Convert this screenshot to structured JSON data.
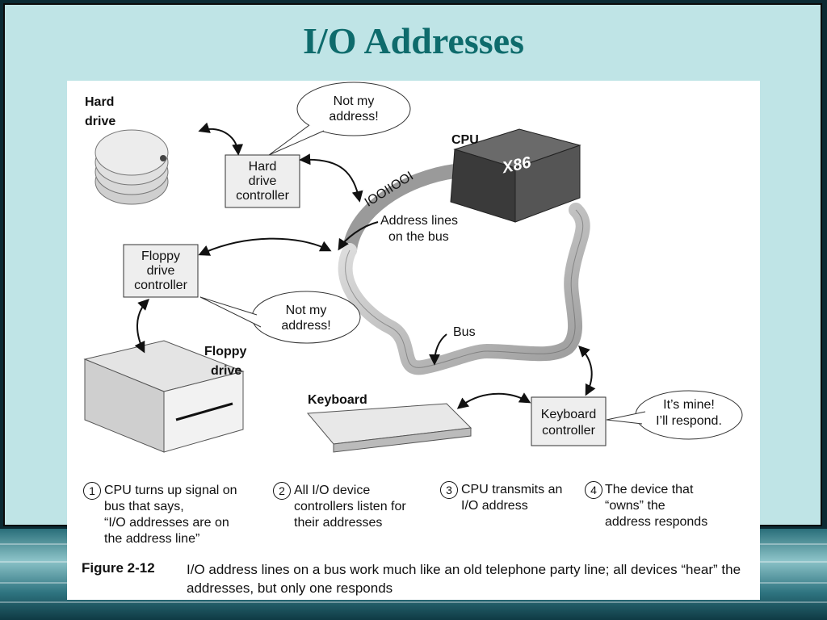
{
  "slide": {
    "title": "I/O Addresses"
  },
  "colors": {
    "title": "#0e6b6c",
    "background": "#bfe4e6",
    "figure": "#ffffff"
  },
  "figure": {
    "hard_drive_label_1": "Hard",
    "hard_drive_label_2": "drive",
    "hd_bubble_1": "Not my",
    "hd_bubble_2": "address!",
    "hd_ctrl_1": "Hard",
    "hd_ctrl_2": "drive",
    "hd_ctrl_3": "controller",
    "cpu_label": "CPU",
    "cpu_chip_text": "X86",
    "bus_bits": "IOOIIOOI",
    "addr_lines_1": "Address lines",
    "addr_lines_2": "on the bus",
    "floppy_ctrl_1": "Floppy",
    "floppy_ctrl_2": "drive",
    "floppy_ctrl_3": "controller",
    "floppy_bubble_1": "Not my",
    "floppy_bubble_2": "address!",
    "bus_label": "Bus",
    "floppy_drive_1": "Floppy",
    "floppy_drive_2": "drive",
    "keyboard_label": "Keyboard",
    "kb_ctrl_1": "Keyboard",
    "kb_ctrl_2": "controller",
    "kb_bubble_1": "It’s mine!",
    "kb_bubble_2": "I’ll respond."
  },
  "steps": [
    {
      "num": "1",
      "text": "CPU turns up signal on\nbus that says,\n“I/O addresses are on\nthe address line”"
    },
    {
      "num": "2",
      "text": "All I/O device\ncontrollers listen for\ntheir addresses"
    },
    {
      "num": "3",
      "text": "CPU transmits an\nI/O address"
    },
    {
      "num": "4",
      "text": "The device that\n“owns” the\naddress responds"
    }
  ],
  "caption": {
    "label": "Figure 2-12",
    "text": "I/O address lines on a bus work much like an old telephone party line; all devices “hear” the addresses, but only one responds"
  }
}
